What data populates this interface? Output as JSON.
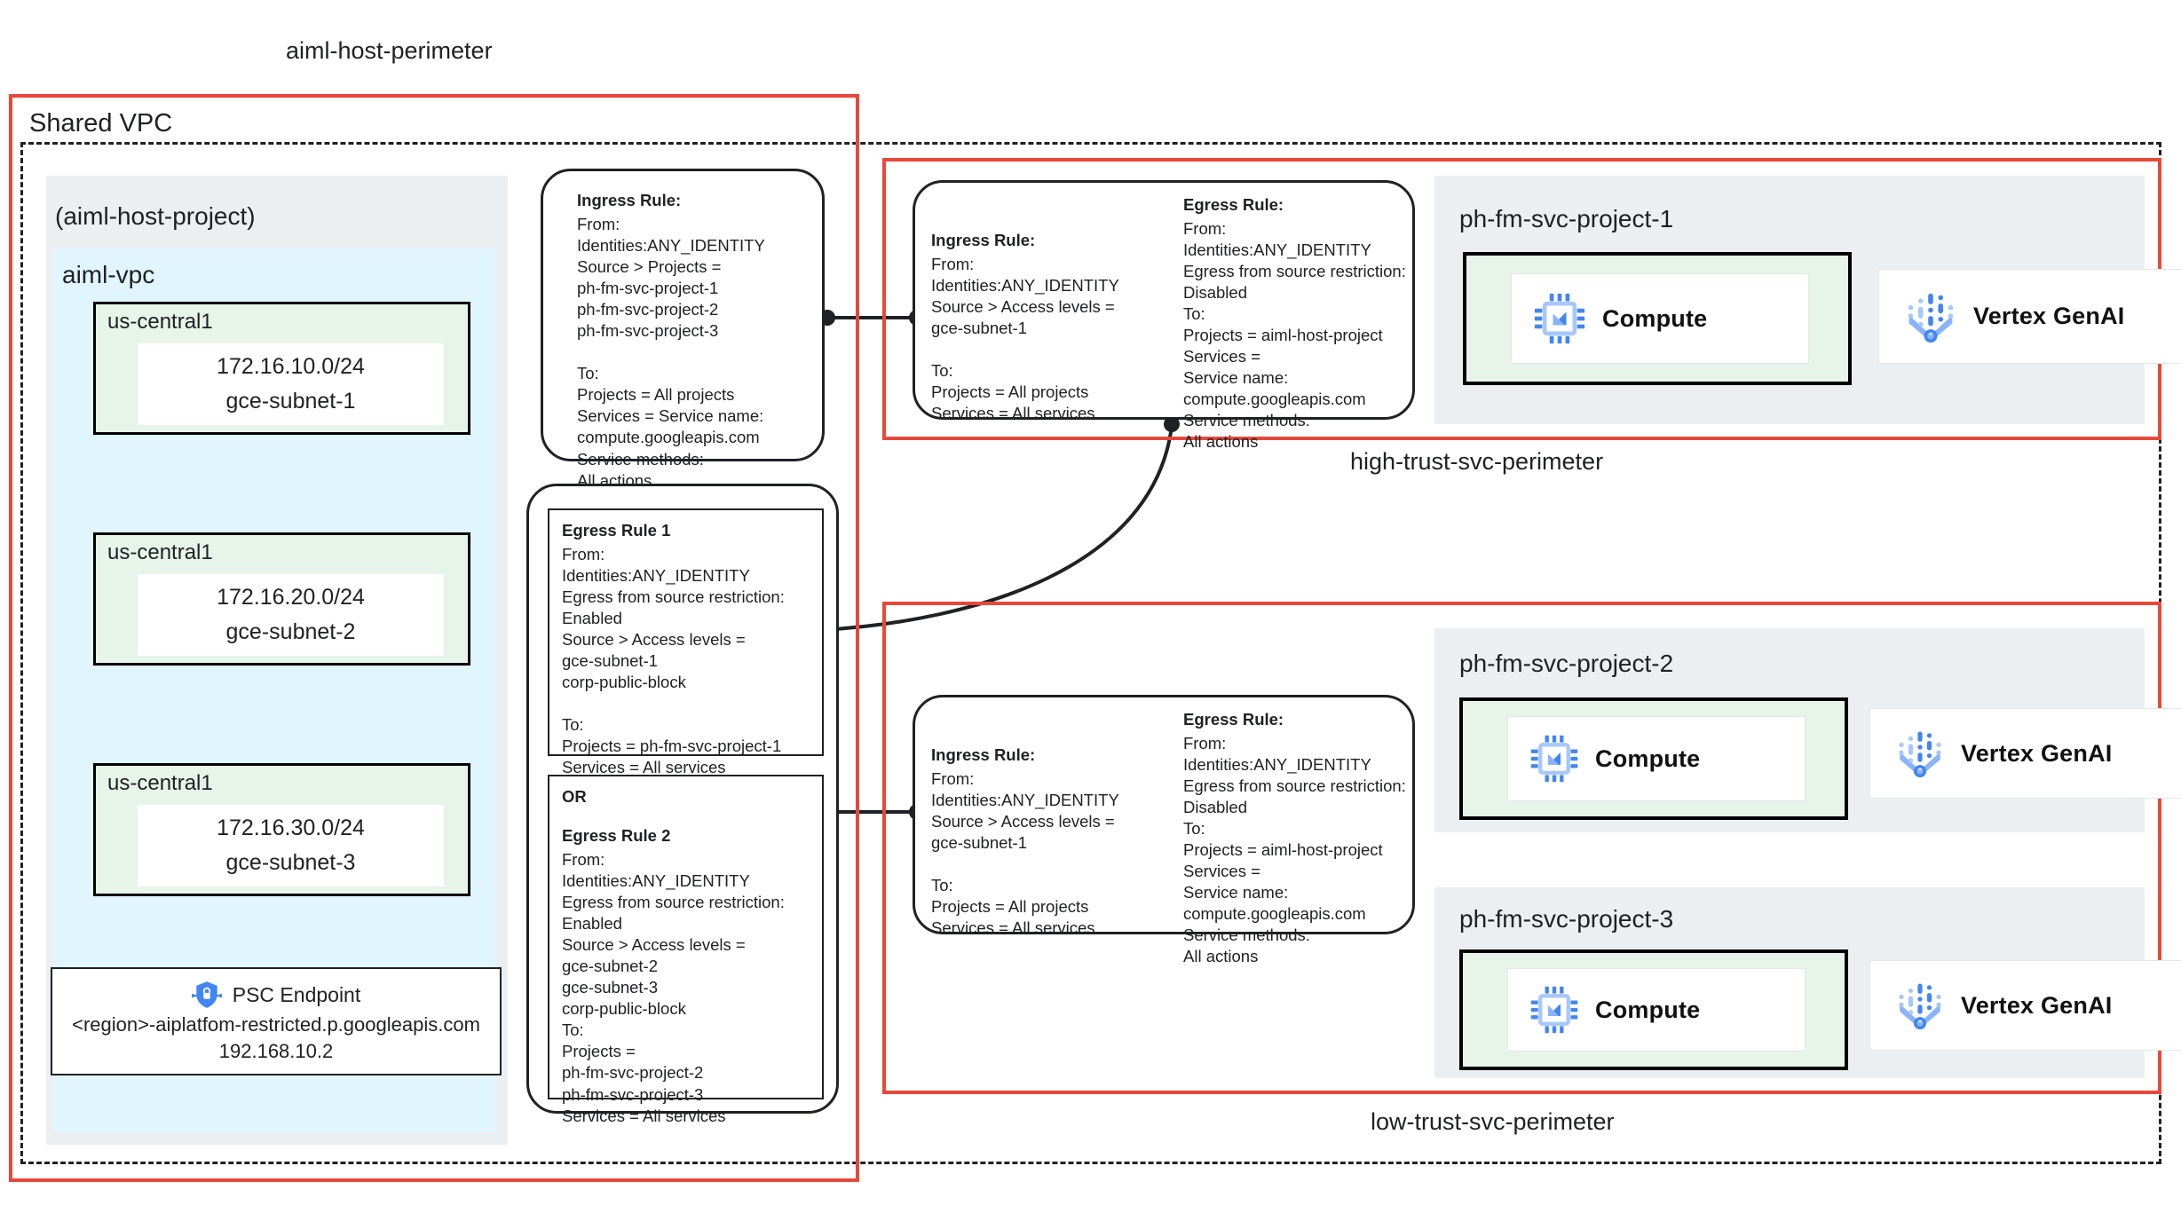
{
  "perimeters": {
    "host": "aiml-host-perimeter",
    "high_trust": "high-trust-svc-perimeter",
    "low_trust": "low-trust-svc-perimeter"
  },
  "shared_vpc": {
    "title": "Shared VPC",
    "project_label": "(aiml-host-project)",
    "vpc_label": "aiml-vpc",
    "subnets": [
      {
        "region": "us-central1",
        "cidr": "172.16.10.0/24",
        "name": "gce-subnet-1"
      },
      {
        "region": "us-central1",
        "cidr": "172.16.20.0/24",
        "name": "gce-subnet-2"
      },
      {
        "region": "us-central1",
        "cidr": "172.16.30.0/24",
        "name": "gce-subnet-3"
      }
    ],
    "psc_endpoint": {
      "icon": "psc-shield-lock-icon",
      "label": "PSC Endpoint",
      "dns": "<region>-aiplatfom-restricted.p.googleapis.com",
      "ip": "192.168.10.2"
    }
  },
  "host_rules": {
    "ingress": {
      "title": "Ingress Rule:",
      "body": "From:\nIdentities:ANY_IDENTITY\nSource > Projects =\nph-fm-svc-project-1\nph-fm-svc-project-2\nph-fm-svc-project-3\n\nTo:\nProjects = All projects\nServices = Service name:\ncompute.googleapis.com\nService methods:\nAll actions"
    },
    "egress1": {
      "title": "Egress Rule 1",
      "body": "From:\nIdentities:ANY_IDENTITY\nEgress from source restriction:\nEnabled\nSource > Access levels =\ngce-subnet-1\ncorp-public-block\n\nTo:\nProjects = ph-fm-svc-project-1\nServices = All services"
    },
    "or_label": "OR",
    "egress2": {
      "title": "Egress Rule 2",
      "body": "From:\nIdentities:ANY_IDENTITY\nEgress from source restriction:\nEnabled\nSource > Access levels =\ngce-subnet-2\ngce-subnet-3\ncorp-public-block\nTo:\nProjects =\nph-fm-svc-project-2\nph-fm-svc-project-3\nServices = All services"
    }
  },
  "svc_rules": {
    "ingress": {
      "title": "Ingress Rule:",
      "body": "From:\nIdentities:ANY_IDENTITY\nSource > Access levels =\ngce-subnet-1\n\nTo:\nProjects = All projects\nServices = All services"
    },
    "egress": {
      "title": "Egress Rule:",
      "body": "From:\nIdentities:ANY_IDENTITY\nEgress from source restriction:\nDisabled\nTo:\nProjects = aiml-host-project\nServices =\nService name:\ncompute.googleapis.com\nService methods:\nAll actions"
    }
  },
  "service_projects": [
    {
      "name": "ph-fm-svc-project-1",
      "compute": "Compute",
      "vertex": "Vertex GenAI"
    },
    {
      "name": "ph-fm-svc-project-2",
      "compute": "Compute",
      "vertex": "Vertex GenAI"
    },
    {
      "name": "ph-fm-svc-project-3",
      "compute": "Compute",
      "vertex": "Vertex GenAI"
    }
  ],
  "icons": {
    "compute": "compute-chip-icon",
    "vertex": "vertex-genai-icon",
    "psc": "psc-shield-lock-icon"
  },
  "colors": {
    "perimeter_red": "#e8483a",
    "vpc_blue": "#e1f5fe",
    "project_gray": "#eceff1",
    "subnet_green": "#e6f4ea",
    "icon_blue": "#4285f4",
    "icon_blue_light": "#a8c7fa"
  }
}
